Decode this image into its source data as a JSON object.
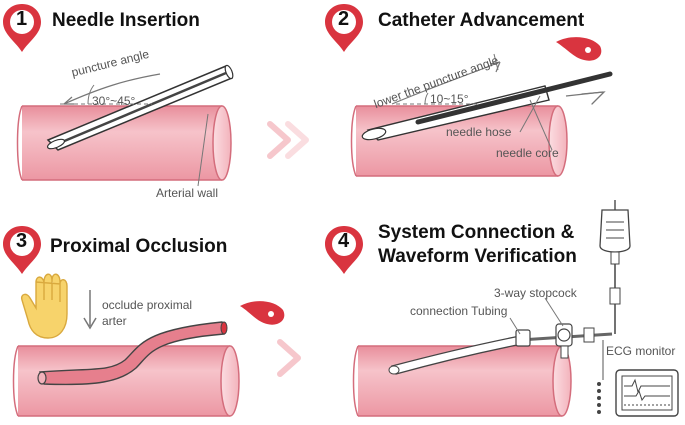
{
  "steps": [
    {
      "number": "1",
      "title": "Needle Insertion"
    },
    {
      "number": "2",
      "title": "Catheter Advancement"
    },
    {
      "number": "3",
      "title": "Proximal Occlusion"
    },
    {
      "number": "4",
      "title_line1": "System Connection &",
      "title_line2": "Waveform Verification"
    }
  ],
  "labels": {
    "puncture_angle": "puncture angle",
    "angle_range_1": "30°~45°",
    "arterial_wall": "Arterial wall",
    "lower_angle": "lower the puncture angle",
    "angle_range_2": "10~15°",
    "needle_hose": "needle hose",
    "needle_core": "needle core",
    "occlude_line1": "occlude proximal",
    "occlude_line2": "arter",
    "stopcock": "3-way stopcock",
    "tubing": "connection Tubing",
    "ecg": "ECG monitor"
  },
  "colors": {
    "badge": "#d9343f",
    "vessel": "#f0a3ad",
    "vessel_dark": "#d9707e",
    "blood": "#d9343f",
    "hand": "#f7d36b",
    "arrow_faint": "#f6c7cc"
  },
  "icons": [
    "location-pin-icon",
    "blood-drop-icon",
    "hand-icon",
    "down-arrow-icon",
    "chevron-right-icon",
    "iv-bag-icon",
    "monitor-icon"
  ]
}
